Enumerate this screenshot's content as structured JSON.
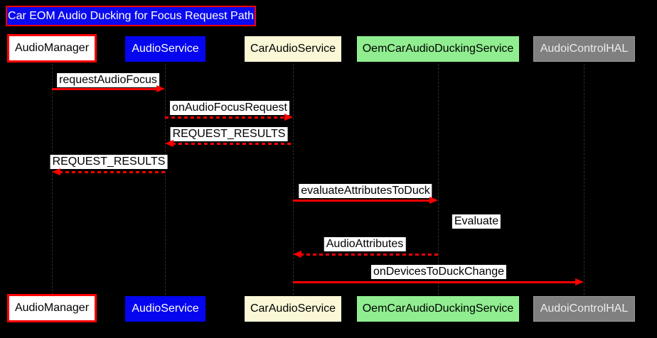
{
  "title": "Car EOM Audio Ducking for Focus Request Path",
  "diagram_type": "sequence",
  "colors": {
    "background": "#000000",
    "arrow": "#ff0000",
    "message_label_bg": "#ffffff",
    "message_label_text": "#000000",
    "title_bg": "#0a0af0",
    "title_border": "#ff0000",
    "actor_audio_manager_bg": "#ffffff",
    "actor_audio_manager_border": "#ff0000",
    "actor_audio_service_bg": "#0505f0",
    "actor_car_audio_service_bg": "#fbf8d8",
    "actor_oem_car_audio_ducking_service_bg": "#90ee90",
    "actor_audoi_control_hal_bg": "#808080"
  },
  "actors": [
    {
      "label": "AudioManager"
    },
    {
      "label": "AudioService"
    },
    {
      "label": "CarAudioService"
    },
    {
      "label": "OemCarAudioDuckingService"
    },
    {
      "label": "AudoiControlHAL"
    }
  ],
  "messages": [
    {
      "label": "requestAudioFocus",
      "from": "AudioManager",
      "to": "AudioService",
      "line": "solid",
      "direction": "right"
    },
    {
      "label": "onAudioFocusRequest",
      "from": "AudioService",
      "to": "CarAudioService",
      "line": "dashed",
      "direction": "right"
    },
    {
      "label": "REQUEST_RESULTS",
      "from": "CarAudioService",
      "to": "AudioService",
      "line": "dashed",
      "direction": "left"
    },
    {
      "label": "REQUEST_RESULTS",
      "from": "AudioService",
      "to": "AudioManager",
      "line": "dashed",
      "direction": "left"
    },
    {
      "label": "evaluateAttributesToDuck",
      "from": "CarAudioService",
      "to": "OemCarAudioDuckingService",
      "line": "solid",
      "direction": "right"
    },
    {
      "label": "Evaluate",
      "from": "OemCarAudioDuckingService",
      "to": "OemCarAudioDuckingService",
      "line": "self",
      "direction": "self"
    },
    {
      "label": "AudioAttributes",
      "from": "OemCarAudioDuckingService",
      "to": "CarAudioService",
      "line": "dashed",
      "direction": "left"
    },
    {
      "label": "onDevicesToDuckChange",
      "from": "CarAudioService",
      "to": "AudoiControlHAL",
      "line": "solid",
      "direction": "right"
    }
  ]
}
